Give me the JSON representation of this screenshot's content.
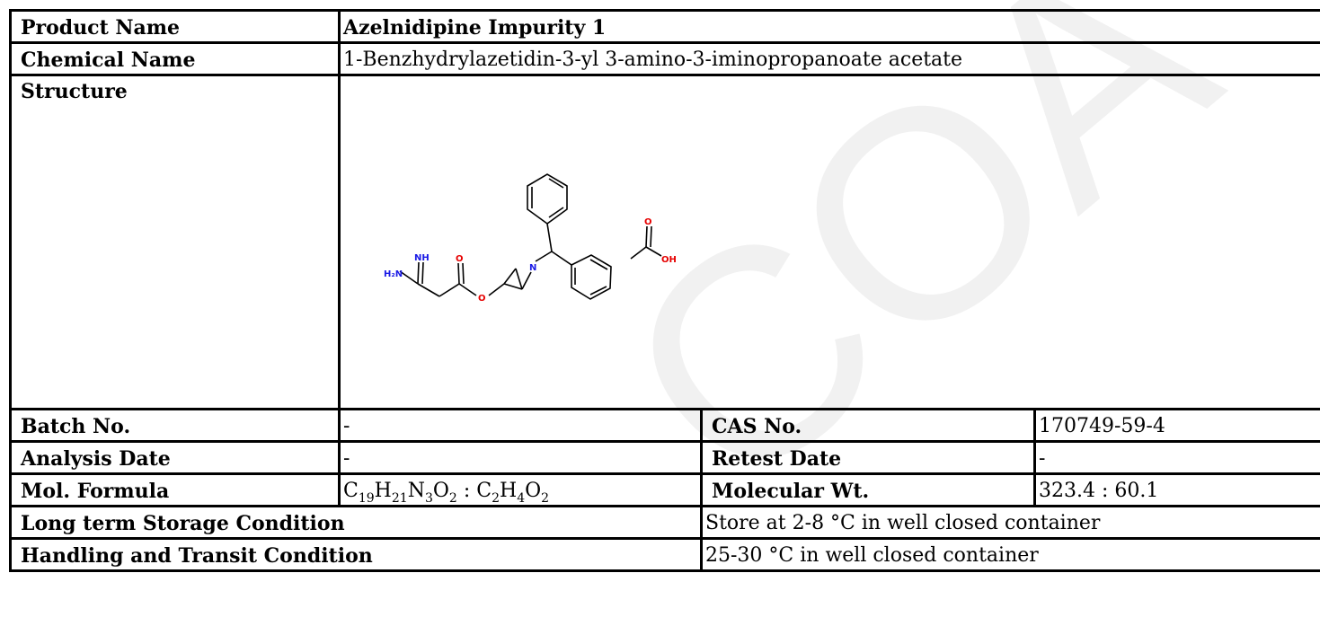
{
  "watermark": "COA",
  "rows": {
    "product_name": {
      "label": "Product Name",
      "value": "Azelnidipine Impurity 1"
    },
    "chemical_name": {
      "label": "Chemical Name",
      "value": "1-Benzhydrylazetidin-3-yl 3-amino-3-iminopropanoate acetate"
    },
    "structure": {
      "label": "Structure",
      "atom_labels": {
        "nh": "NH",
        "h2n": "H₂N",
        "n": "N",
        "o_ester": "O",
        "o_carbonyl": "O",
        "o_acid": "O",
        "oh": "OH"
      }
    },
    "batch_no": {
      "label": "Batch No.",
      "value": "-"
    },
    "cas_no": {
      "label": "CAS No.",
      "value": "170749-59-4"
    },
    "analysis_date": {
      "label": "Analysis Date",
      "value": "-"
    },
    "retest_date": {
      "label": "Retest Date",
      "value": "-"
    },
    "mol_formula": {
      "label": "Mol. Formula",
      "parts": [
        {
          "el": "C",
          "n": "19"
        },
        {
          "el": "H",
          "n": "21"
        },
        {
          "el": "N",
          "n": "3"
        },
        {
          "el": "O",
          "n": "2"
        },
        {
          "sep": " : "
        },
        {
          "el": "C",
          "n": "2"
        },
        {
          "el": "H",
          "n": "4"
        },
        {
          "el": "O",
          "n": "2"
        }
      ]
    },
    "molecular_wt": {
      "label": "Molecular Wt.",
      "value": "323.4 : 60.1"
    },
    "storage": {
      "label": "Long term Storage Condition",
      "value": "Store at 2-8 °C in well closed container"
    },
    "handling": {
      "label": "Handling and Transit Condition",
      "value": "25-30 °C in well closed container"
    }
  },
  "colors": {
    "nitrogen": "#1a1ae6",
    "oxygen": "#e60000",
    "bond": "#000000",
    "watermark": "#f0f0f0"
  }
}
